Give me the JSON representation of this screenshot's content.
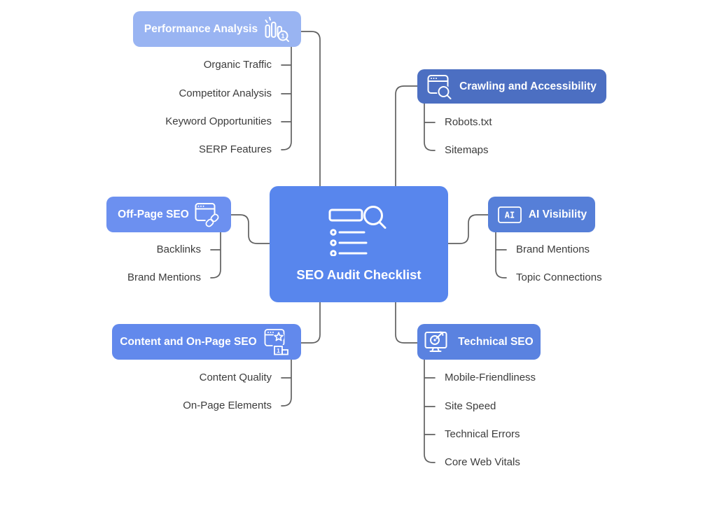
{
  "diagram": {
    "center": {
      "label": "SEO Audit Checklist"
    },
    "branches": {
      "performance": {
        "label": "Performance Analysis",
        "children": [
          "Organic Traffic",
          "Competitor Analysis",
          "Keyword Opportunities",
          "SERP Features"
        ]
      },
      "crawling": {
        "label": "Crawling and Accessibility",
        "children": [
          "Robots.txt",
          "Sitemaps"
        ]
      },
      "offpage": {
        "label": "Off-Page SEO",
        "children": [
          "Backlinks",
          "Brand Mentions"
        ]
      },
      "ai": {
        "label": "AI Visibility",
        "icon_text": "AI",
        "children": [
          "Brand Mentions",
          "Topic Connections"
        ]
      },
      "content": {
        "label": "Content and On-Page SEO",
        "children": [
          "Content Quality",
          "On-Page Elements"
        ]
      },
      "technical": {
        "label": "Technical SEO",
        "children": [
          "Mobile-Friendliness",
          "Site Speed",
          "Technical Errors",
          "Core Web Vitals"
        ]
      }
    },
    "colors": {
      "center": "#5886ED",
      "performance": "#99B4F2",
      "crawling": "#4C6FC2",
      "offpage": "#6C90F0",
      "ai": "#567FD8",
      "content": "#6289EC",
      "technical": "#5A82E0",
      "connector_line": "#606060",
      "leaf_text": "#3C3C3C",
      "node_text": "#FFFFFF"
    }
  }
}
